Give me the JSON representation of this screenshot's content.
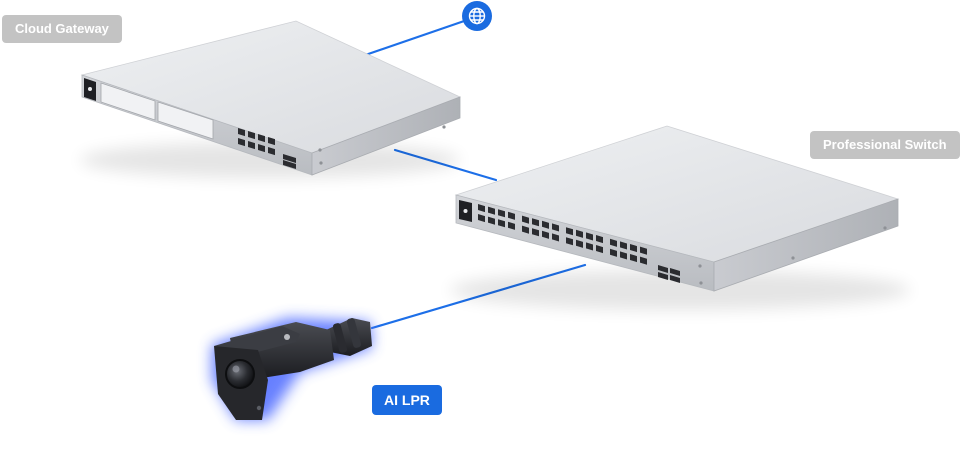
{
  "devices": {
    "gateway": {
      "label": "Cloud Gateway"
    },
    "switch": {
      "label": "Professional Switch"
    },
    "camera": {
      "label": "AI LPR"
    }
  },
  "icons": {
    "internet": "globe-icon"
  },
  "colors": {
    "link": "#1d6fe8",
    "label_gray": "#c3c3c3",
    "label_blue": "#1a6be0",
    "device_body": "#d7d9dd",
    "device_top": "#e9eaed",
    "camera_glow": "#4d6bff"
  }
}
